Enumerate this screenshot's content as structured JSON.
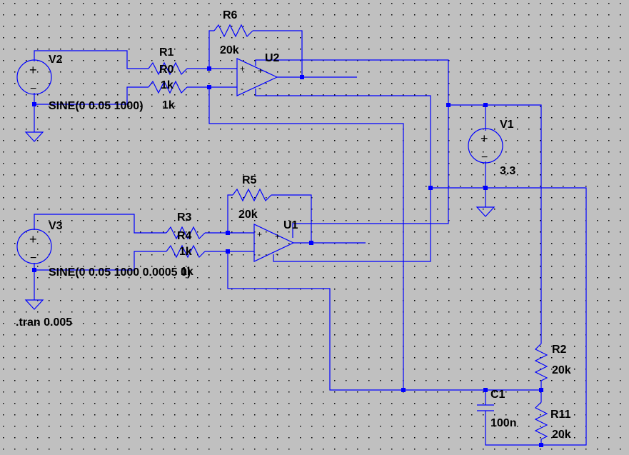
{
  "schematic": {
    "labels": {
      "v2": "V2",
      "v2_value": "SINE(0 0.05 1000)",
      "v3": "V3",
      "v3_value": "SINE(0 0.05 1000 0.0005 0)",
      "v1": "V1",
      "v1_value": "3.3",
      "r6": "R6",
      "r6_value": "20k",
      "r5": "R5",
      "r5_value": "20k",
      "r1": "R1",
      "r0": "R0",
      "r1_value": "1k",
      "r0_value": "1k",
      "r3": "R3",
      "r4": "R4",
      "r3_value": "1k",
      "r4_value": "1k",
      "u2": "U2",
      "u1": "U1",
      "r2": "R2",
      "r2_value": "20k",
      "r11": "R11",
      "r11_value": "20k",
      "c1": "C1",
      "c1_value": "100n",
      "directive": ".tran 0.005"
    },
    "symbols": {
      "plus": "+",
      "minus": "−",
      "opamp_plus": "+",
      "opamp_minus": "-"
    },
    "colors": {
      "background": "#c0c0c0",
      "grid_dot": "#000000",
      "wire": "#0000ff",
      "text": "#000000"
    }
  }
}
